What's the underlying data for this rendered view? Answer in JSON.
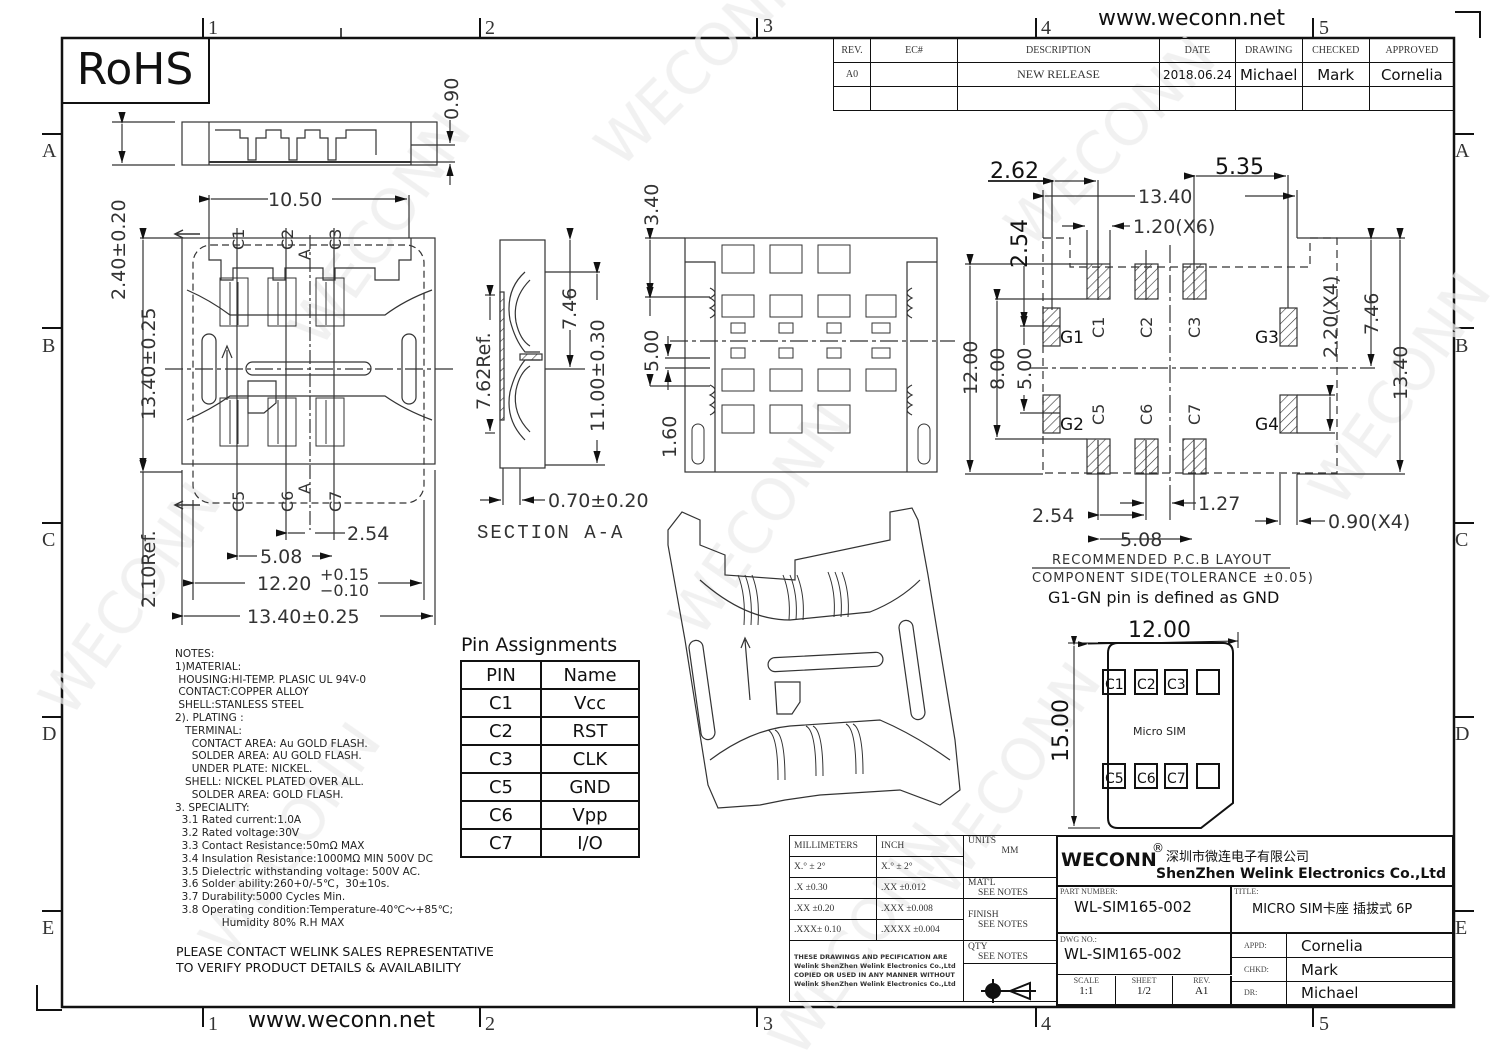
{
  "header": {
    "website": "www.weconn.net",
    "rohs": "RoHS",
    "zone_cols": [
      "1",
      "2",
      "3",
      "4",
      "5"
    ],
    "zone_rows": [
      "A",
      "B",
      "C",
      "D",
      "E"
    ]
  },
  "revision_table": {
    "headers": [
      "REV.",
      "EC#",
      "DESCRIPTION",
      "DATE",
      "DRAWING",
      "CHECKED",
      "APPROVED"
    ],
    "rows": [
      {
        "rev": "A0",
        "ec": "",
        "description": "NEW RELEASE",
        "date": "2018.06.24",
        "drawing": "Michael",
        "checked": "Mark",
        "approved": "Cornelia"
      },
      {
        "rev": "",
        "ec": "",
        "description": "",
        "date": "",
        "drawing": "",
        "checked": "",
        "approved": ""
      }
    ]
  },
  "top_view": {
    "dims": {
      "side_height": "0.90",
      "width_top": "10.50",
      "offset": "2.40±0.20",
      "height": "13.40±0.25",
      "ref": "2.10Ref.",
      "pitch": "2.54",
      "pitch2": "5.08",
      "inner_width": "12.20",
      "inner_tol_plus": "+0.15",
      "inner_tol_minus": "−0.10",
      "outer_width": "13.40±0.25"
    },
    "pin_labels": [
      "C1",
      "C2",
      "C3",
      "C5",
      "C6",
      "C7"
    ],
    "section_mark": "A"
  },
  "section_view": {
    "title": "SECTION A-A",
    "dims": {
      "ref": "7.62Ref.",
      "d1": "7.46",
      "d2": "11.00±0.30",
      "d3": "0.70±0.20"
    }
  },
  "bottom_view": {
    "dims": {
      "d1": "3.40",
      "d2": "5.00",
      "d3": "1.60"
    }
  },
  "pcb_layout": {
    "dims": {
      "a": "2.62",
      "b": "5.35",
      "c": "13.40",
      "d": "1.20(X6)",
      "e": "2.54",
      "f": "12.00",
      "g": "8.00",
      "h": "5.00",
      "i": "2.20(X4)",
      "j": "7.46",
      "k": "13.40",
      "l": "2.54",
      "m": "1.27",
      "n": "5.08",
      "o": "0.90(X4)"
    },
    "pad_labels": [
      "C1",
      "C2",
      "C3",
      "C5",
      "C6",
      "C7"
    ],
    "ground_labels": [
      "G1",
      "G2",
      "G3",
      "G4"
    ],
    "caption_1": "RECOMMENDED P.C.B LAYOUT",
    "caption_2": "COMPONENT SIDE(TOLERANCE ±0.05)",
    "caption_3": "G1-GN pin is defined as GND"
  },
  "sim_card": {
    "width": "12.00",
    "height": "15.00",
    "label": "Micro SIM",
    "contacts_top": [
      "C1",
      "C2",
      "C3",
      ""
    ],
    "contacts_bottom": [
      "C5",
      "C6",
      "C7",
      ""
    ]
  },
  "notes": {
    "text": "NOTES:\n1)MATERIAL:\n HOUSING:HI-TEMP. PLASIC UL 94V-0\n CONTACT:COPPER ALLOY\n SHELL:STANLESS STEEL\n2). PLATING :\n   TERMINAL:\n     CONTACT AREA: Au GOLD FLASH.\n     SOLDER AREA: AU GOLD FLASH.\n     UNDER PLATE: NICKEL.\n   SHELL: NICKEL PLATED OVER ALL.\n     SOLDER AREA: GOLD FLASH.\n3. SPECIALITY:\n  3.1 Rated current:1.0A\n  3.2 Rated voltage:30V\n  3.3 Contact Resistance:50mΩ MAX\n  3.4 Insulation Resistance:1000MΩ MIN 500V DC\n  3.5 Dielectric withstanding voltage: 500V AC.\n  3.6 Solder ability:260+0/-5℃，30±10s.\n  3.7 Durability:5000 Cycles Min.\n  3.8 Operating condition:Temperature-40℃～+85℃;\n              Humidity 80% R.H MAX",
    "contact_line_1": "PLEASE CONTACT WELINK SALES REPRESENTATIVE",
    "contact_line_2": "TO VERIFY PRODUCT DETAILS & AVAILABILITY"
  },
  "pin_assignments": {
    "title": "Pin Assignments",
    "headers": [
      "PIN",
      "Name"
    ],
    "rows": [
      {
        "pin": "C1",
        "name": "Vcc"
      },
      {
        "pin": "C2",
        "name": "RST"
      },
      {
        "pin": "C3",
        "name": "CLK"
      },
      {
        "pin": "C5",
        "name": "GND"
      },
      {
        "pin": "C6",
        "name": "Vpp"
      },
      {
        "pin": "C7",
        "name": "I/O"
      }
    ]
  },
  "tolerance_table": {
    "headers": [
      "MILLIMETERS",
      "INCH"
    ],
    "rows": [
      [
        "X.°  ± 2°",
        "X.°  ± 2°"
      ],
      [
        ".X   ±0.30",
        ".XX   ±0.012"
      ],
      [
        ".XX  ±0.20",
        ".XXX  ±0.008"
      ],
      [
        ".XXX± 0.10",
        ".XXXX ±0.004"
      ]
    ],
    "disclaimer": "THESE DRAWINGS AND PECIFICATION ARE Welink ShenZhen Welink Electronics Co.,Ltd COPIED OR USED IN ANY MANNER WITHOUT Welink ShenZhen Welink Electronics Co.,Ltd",
    "units_label": "UNITS",
    "units_value": "MM",
    "material_label": "MAT'L",
    "material_value": "SEE NOTES",
    "finish_label": "FINISH",
    "finish_value": "SEE NOTES",
    "qty_label": "QTY",
    "qty_value": "SEE NOTES"
  },
  "title_block": {
    "brand": "WECONN",
    "brand_mark": "®",
    "company_cn": "深圳市微连电子有限公司",
    "company_en": "ShenZhen Welink Electronics Co.,Ltd",
    "part_number_label": "PART NUMBER:",
    "part_number": "WL-SIM165-002",
    "title_label": "TITLE:",
    "title": "MICRO SIM卡座 插拔式 6P",
    "dwg_no_label": "DWG NO.:",
    "dwg_no": "WL-SIM165-002",
    "scale_label": "SCALE",
    "scale": "1:1",
    "sheet_label": "SHEET",
    "sheet": "1/2",
    "rev_label": "REV.",
    "rev": "A1",
    "appd_label": "APPD:",
    "appd": "Cornelia",
    "chkd_label": "CHKD:",
    "chkd": "Mark",
    "dr_label": "DR:",
    "dr": "Michael"
  }
}
